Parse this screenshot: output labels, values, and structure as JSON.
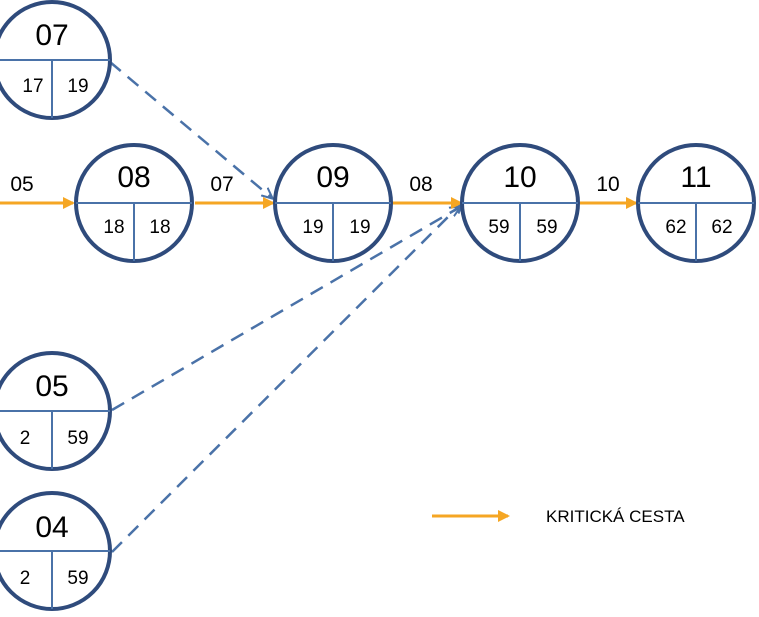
{
  "colors": {
    "node_stroke": "#2F4B7C",
    "node_fill": "#ffffff",
    "dashed_edge": "#4A72A8",
    "critical_edge": "#F5A623"
  },
  "nodes": [
    {
      "id": "07",
      "label": "07",
      "left": "17",
      "right": "19"
    },
    {
      "id": "08",
      "label": "08",
      "left": "18",
      "right": "18"
    },
    {
      "id": "09",
      "label": "09",
      "left": "19",
      "right": "19"
    },
    {
      "id": "10",
      "label": "10",
      "left": "59",
      "right": "59"
    },
    {
      "id": "11",
      "label": "11",
      "left": "62",
      "right": "62"
    },
    {
      "id": "05",
      "label": "05",
      "left": "2",
      "right": "59"
    },
    {
      "id": "04",
      "label": "04",
      "left": "2",
      "right": "59"
    }
  ],
  "edges": [
    {
      "id": "in-08",
      "from": null,
      "to": "08",
      "label": "05",
      "critical": true
    },
    {
      "id": "08-09",
      "from": "08",
      "to": "09",
      "label": "07",
      "critical": true
    },
    {
      "id": "09-10",
      "from": "09",
      "to": "10",
      "label": "08",
      "critical": true
    },
    {
      "id": "10-11",
      "from": "10",
      "to": "11",
      "label": "10",
      "critical": true
    },
    {
      "id": "07-09",
      "from": "07",
      "to": "09",
      "label": "",
      "critical": false
    },
    {
      "id": "05-10",
      "from": "05",
      "to": "10",
      "label": "",
      "critical": false
    },
    {
      "id": "04-10",
      "from": "04",
      "to": "10",
      "label": "",
      "critical": false
    }
  ],
  "legend": {
    "label": "KRITICKÁ CESTA"
  }
}
